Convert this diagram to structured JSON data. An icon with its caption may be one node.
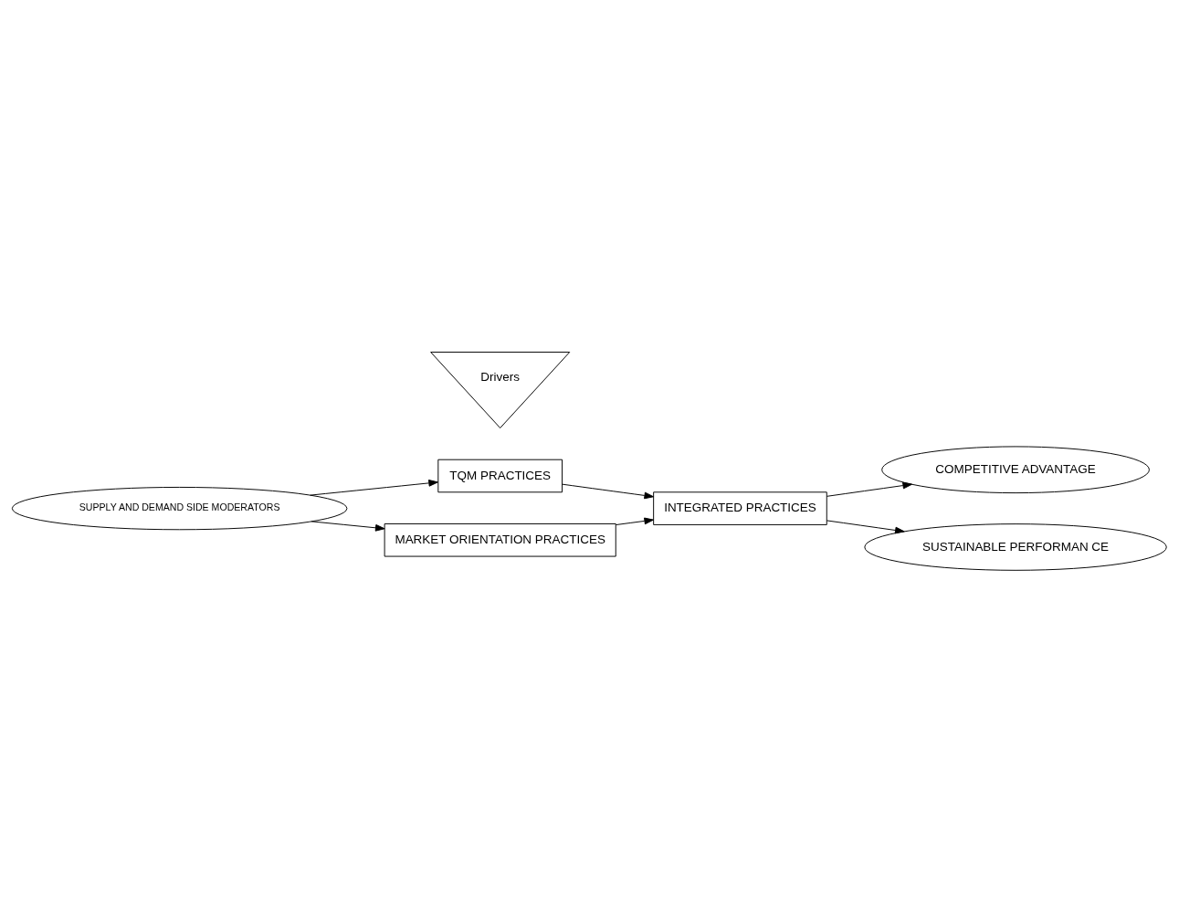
{
  "diagram": {
    "nodes": [
      {
        "text": [
          "Drivers"
        ]
      },
      {
        "text": [
          "SUPPLY AND DEMAND SIDE MODERATORS"
        ]
      },
      {
        "text": [
          "TQM PRACTICES"
        ]
      },
      {
        "text": [
          "MARKET ORIENTATION PRACTICES"
        ]
      },
      {
        "text": [
          "INTEGRATED PRACTICES"
        ]
      },
      {
        "text": [
          "COMPETITIVE ADVANTAGE"
        ]
      },
      {
        "text": [
          "SUSTAINABLE PERFORMAN CE"
        ]
      }
    ],
    "edges": [
      {
        "from": 1,
        "to": 2,
        "arrow": "to"
      },
      {
        "from": 1,
        "to": 3,
        "arrow": "to"
      },
      {
        "from": 2,
        "to": 4,
        "arrow": "to"
      },
      {
        "from": 3,
        "to": 4,
        "arrow": "to"
      },
      {
        "from": 4,
        "to": 5,
        "arrow": "to"
      },
      {
        "from": 4,
        "to": 6,
        "arrow": "to"
      }
    ]
  }
}
